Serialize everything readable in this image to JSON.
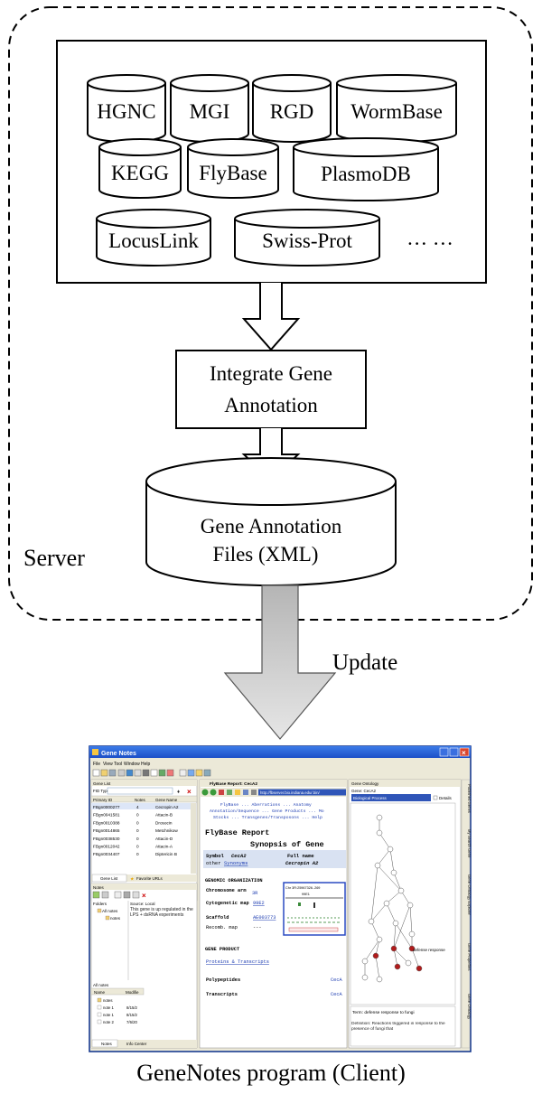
{
  "server": {
    "label": "Server",
    "databases": [
      "HGNC",
      "MGI",
      "RGD",
      "WormBase",
      "KEGG",
      "FlyBase",
      "PlasmoDB",
      "LocusLink",
      "Swiss-Prot"
    ],
    "more": "… …"
  },
  "integrate": {
    "line1": "Integrate Gene",
    "line2": "Annotation"
  },
  "annotation_files": {
    "line1": "Gene Annotation",
    "line2": "Files (XML)"
  },
  "update_label": "Update",
  "caption": "GeneNotes program (Client)",
  "screenshot": {
    "title": "Gene Notes",
    "menus": [
      "File",
      "View",
      "Tool",
      "Window",
      "Help"
    ],
    "gene_list": {
      "title": "Gene List",
      "field_label": "FID Type:",
      "columns": [
        "Primary ID",
        "Notes",
        "Gene Name"
      ],
      "rows": [
        [
          "FBgn0000277",
          "4",
          "Cecropin A2"
        ],
        [
          "FBgn0041581",
          "0",
          "Attacin-B"
        ],
        [
          "FBgn0010388",
          "0",
          "Drosocin"
        ],
        [
          "FBgn0014865",
          "0",
          "Metchnikow"
        ],
        [
          "FBgn0038530",
          "0",
          "Attacin-D"
        ],
        [
          "FBgn0012042",
          "0",
          "Attacin-A"
        ],
        [
          "FBgn0034407",
          "0",
          "Diptericin B"
        ]
      ],
      "tabs": [
        "Gene List",
        "Favorite URLs"
      ]
    },
    "notes": {
      "title": "Notes",
      "folders_label": "Folders",
      "source_label": "Source: Local",
      "tree": [
        "All notes",
        "notes"
      ],
      "note_text": "This gene is up regulated in the LPS + dsRNA experiments",
      "all_notes_label": "All notes",
      "list_columns": [
        "Name",
        "Modifie"
      ],
      "list_rows": [
        [
          "notes",
          ""
        ],
        [
          "note 1",
          "8/15/2"
        ],
        [
          "note 1",
          "8/15/2"
        ],
        [
          "note 2",
          "7/6/20"
        ]
      ],
      "tabs": [
        "Notes",
        "Info Center"
      ]
    },
    "flybase": {
      "tab": "FlyBase Report: CecA2",
      "url": "http://fbserver.bio.indiana.edu/.bin/",
      "nav1": "FlyBase ... Aberrations ... Anatomy",
      "nav2": "Annotation/Sequence ... Gene Products ... Mo",
      "nav3": "Stocks ... Transgenes/Transposons ... Help",
      "report_title": "FlyBase Report",
      "synopsis": "Synopsis of Gene",
      "symbol_label": "Symbol",
      "symbol_value": "CecA2",
      "fullname_label": "Full name",
      "fullname_value": "Cecropin A2",
      "other_label": "other",
      "synonyms": "Synonyms",
      "genomic_header": "GENOMIC ORGANIZATION",
      "chromosome_label": "Chromosome arm",
      "chromosome_value": "3R",
      "cytogenetic_label": "Cytogenetic map",
      "cytogenetic_value": "99E2",
      "scaffold_label": "Scaffold",
      "scaffold_value": "AE003773",
      "recomb_label": "Recomb. map",
      "recomb_value": "---",
      "gene_product_header": "GENE PRODUCT",
      "proteins_link": "Proteins & Transcripts",
      "polypeptides_label": "Polypeptides",
      "transcripts_label": "Transcripts",
      "map_coords": "Chr 3R:25967326..269",
      "map_id": "99E1"
    },
    "ontology": {
      "title": "Gene Ontology",
      "gene_label": "Gene: CecA2",
      "select_value": "Biological Process",
      "details_label": "Details",
      "node_label": "defense response",
      "term": "Term: defense response to fungi",
      "definition": "Definition: Reactions triggered in response to the presence of fungi that",
      "side_tabs": [
        "Published Genes",
        "My Search Gene",
        "Gene Ontology Explorer",
        "Gene Properties",
        "Gene Ontology"
      ]
    }
  }
}
